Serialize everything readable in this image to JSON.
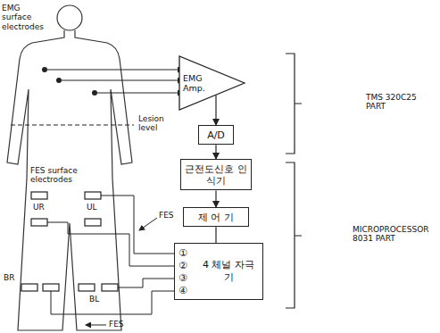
{
  "diagram": {
    "nodes": [
      {
        "text": [
          "EMG Amp."
        ]
      },
      {
        "text": [
          "A/D"
        ]
      },
      {
        "text": [
          "근전도신호 인식기"
        ]
      },
      {
        "text": [
          "제 어 기"
        ]
      },
      {
        "text": [
          "①",
          "②",
          "③",
          "④",
          "4 체널 자극기"
        ]
      }
    ],
    "edges": [
      {
        "from": 0,
        "to": 1,
        "arrow": "to"
      },
      {
        "from": 1,
        "to": 2,
        "arrow": "to"
      },
      {
        "from": 2,
        "to": 3,
        "arrow": "to"
      },
      {
        "from": 3,
        "to": 4,
        "arrow": "none"
      }
    ],
    "labels": [
      "EMG surface electrodes",
      "Lesion level",
      "FES surface electrodes",
      "UR",
      "UL",
      "BR",
      "BL",
      "FES",
      "FES",
      "TMS 320C25 PART",
      "MICROPROCESSOR 8031 PART"
    ]
  }
}
